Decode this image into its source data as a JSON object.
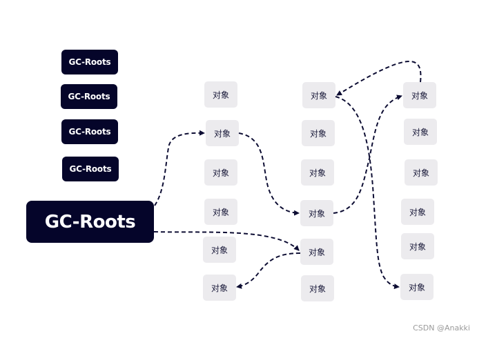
{
  "roots": [
    "GC-Roots",
    "GC-Roots",
    "GC-Roots",
    "GC-Roots",
    "GC-Roots"
  ],
  "objects": [
    "对象",
    "对象",
    "对象",
    "对象",
    "对象",
    "对象",
    "对象",
    "对象",
    "对象",
    "对象",
    "对象",
    "对象",
    "对象",
    "对象",
    "对象",
    "对象",
    "对象",
    "对象"
  ],
  "watermark": "CSDN @Anakki",
  "colors": {
    "root_fill": "#05052a",
    "object_fill": "#ecebee",
    "edge": "#0d0d33",
    "background": "#ffffff"
  }
}
